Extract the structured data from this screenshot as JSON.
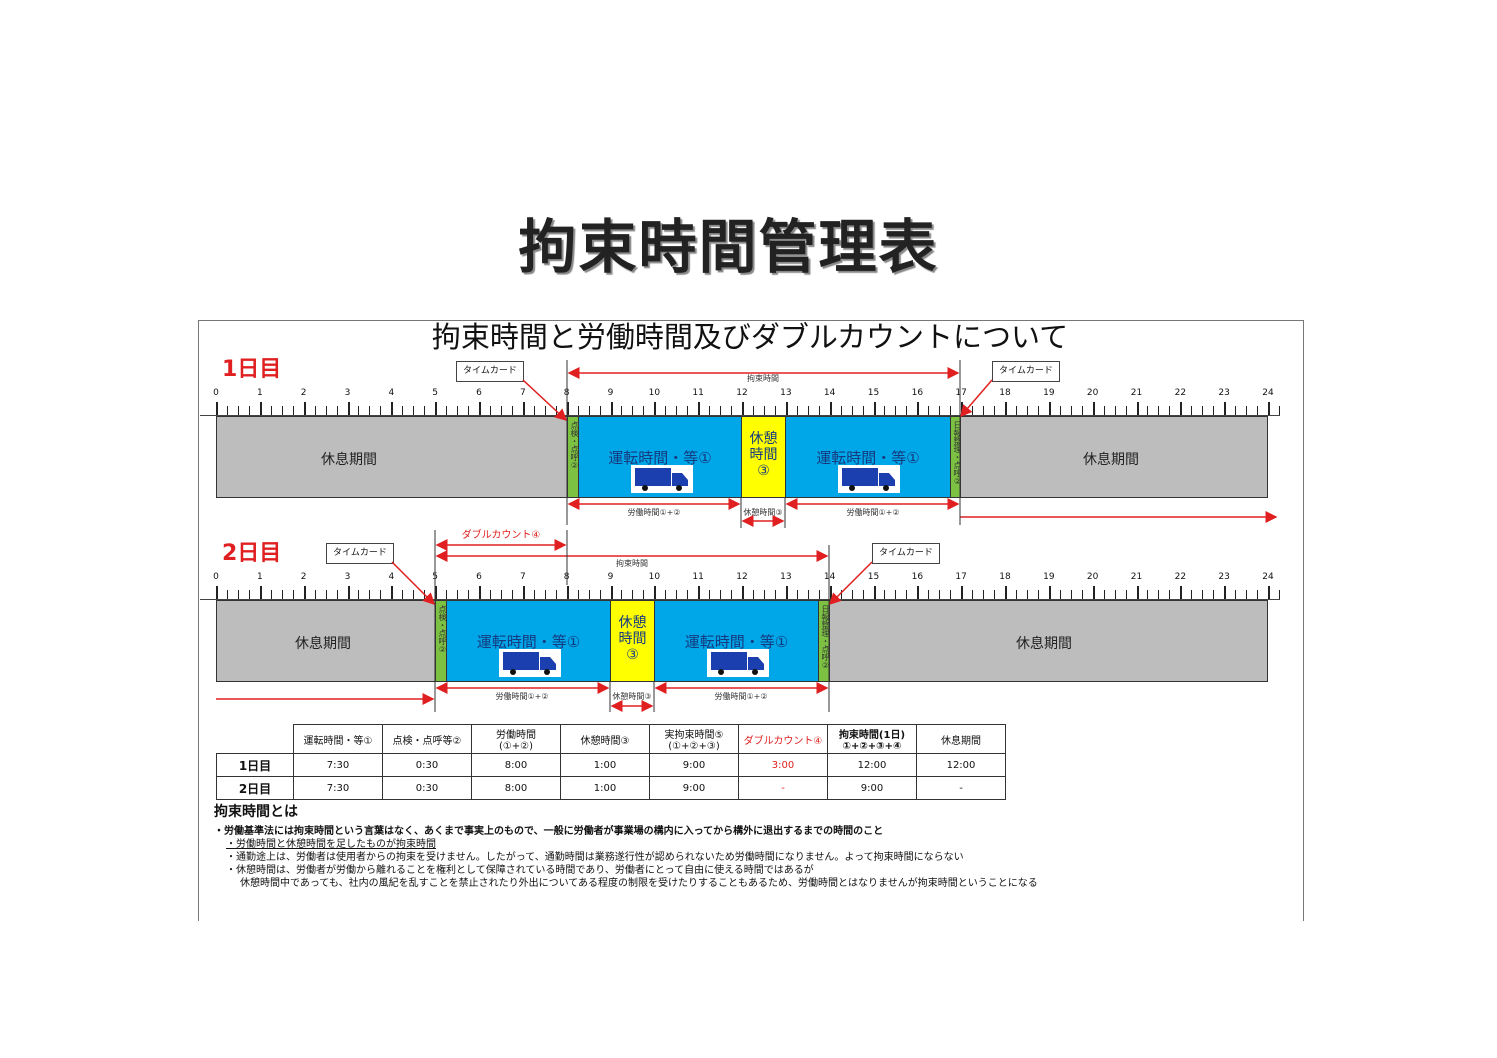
{
  "title": "拘束時間管理表",
  "subtitle": "拘束時間と労働時間及びダブルカウントについて",
  "day1": {
    "label": "1日目",
    "timecard": "タイムカード",
    "kosoku": "拘束時間",
    "rest": "休息期間",
    "drive": "運転時間・等①",
    "break": "休憩時間③",
    "break_short": "休憩時間③",
    "inspect": "点検・点呼②",
    "end": "日報整理・点呼②",
    "work": "労働時間①+②"
  },
  "day2": {
    "label": "2日目",
    "timecard": "タイムカード",
    "kosoku": "拘束時間",
    "double": "ダブルカウント④",
    "rest": "休息期間",
    "drive": "運転時間・等①",
    "break": "休憩時間③",
    "inspect": "点検・点呼②",
    "end": "日報整理・点呼②",
    "work": "労働時間①+②"
  },
  "break_lines": [
    "休憩",
    "時間",
    "③"
  ],
  "hours": [
    "0",
    "1",
    "2",
    "3",
    "4",
    "5",
    "6",
    "7",
    "8",
    "9",
    "10",
    "11",
    "12",
    "13",
    "14",
    "15",
    "16",
    "17",
    "18",
    "19",
    "20",
    "21",
    "22",
    "23",
    "24"
  ],
  "table": {
    "headers": [
      "運転時間・等①",
      "点検・点呼等②",
      "労働時間\n(①+②)",
      "休憩時間③",
      "実拘束時間⑤\n(①+②+③)",
      "ダブルカウント④",
      "拘束時間(1日)\n①+②+③+④",
      "休息期間"
    ],
    "rows": [
      {
        "label": "1日目",
        "cells": [
          "7:30",
          "0:30",
          "8:00",
          "1:00",
          "9:00",
          "3:00",
          "12:00",
          "12:00"
        ]
      },
      {
        "label": "2日目",
        "cells": [
          "7:30",
          "0:30",
          "8:00",
          "1:00",
          "9:00",
          "-",
          "9:00",
          "-"
        ]
      }
    ]
  },
  "notes": {
    "heading": "拘束時間とは",
    "lines": [
      "・労働基準法には拘束時間という言葉はなく、あくまで事実上のもので、一般に労働者が事業場の構内に入ってから構外に退出するまでの時間のこと",
      "・労働時間と休憩時間を足したものが拘束時間",
      "・通勤途上は、労働者は使用者からの拘束を受けません。したがって、通勤時間は業務遂行性が認められないため労働時間になりません。よって拘束時間にならない",
      "・休憩時間は、労働者が労働から離れることを権利として保障されている時間であり、労働者にとって自由に使える時間ではあるが",
      "休憩時間中であっても、社内の風紀を乱すことを禁止されたり外出についてある程度の制限を受けたりすることもあるため、労働時間とはなりませんが拘束時間ということになる"
    ]
  }
}
